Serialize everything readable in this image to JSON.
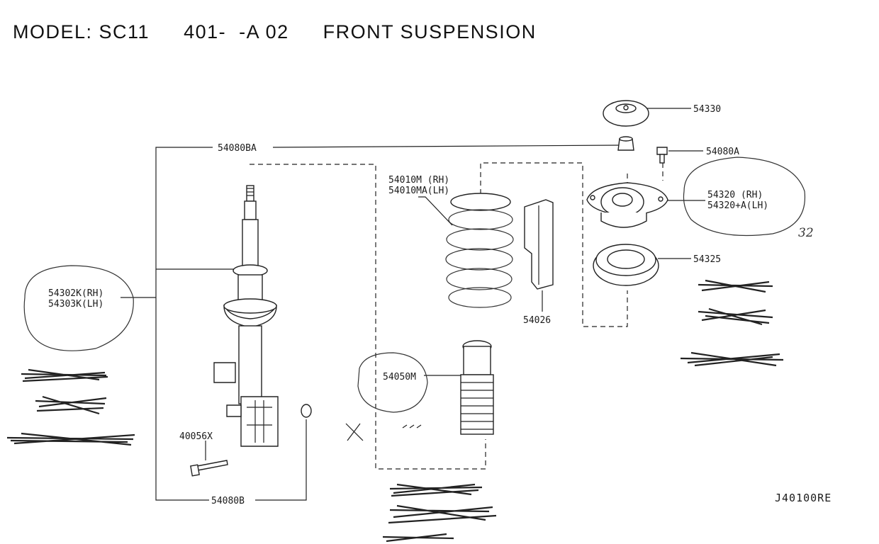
{
  "title": {
    "model": "MODEL: SC11",
    "code": "401-  -A 02",
    "section": "FRONT SUSPENSION"
  },
  "parts": {
    "p54330": "54330",
    "p54080a": "54080A",
    "p54080ba": "54080BA",
    "p54320_rh": "54320 (RH)",
    "p54320_lh": "54320+A(LH)",
    "p54010_rh": "54010M (RH)",
    "p54010_lh": "54010MA(LH)",
    "p54325": "54325",
    "p54026": "54026",
    "p54302": "54302K(RH)",
    "p54303": "54303K(LH)",
    "p54050": "54050M",
    "p40056": "40056X",
    "p54080b": "54080B"
  },
  "diagram_code": "J40100RE",
  "handwriting": {
    "note_32": "32",
    "note_x": "X"
  }
}
